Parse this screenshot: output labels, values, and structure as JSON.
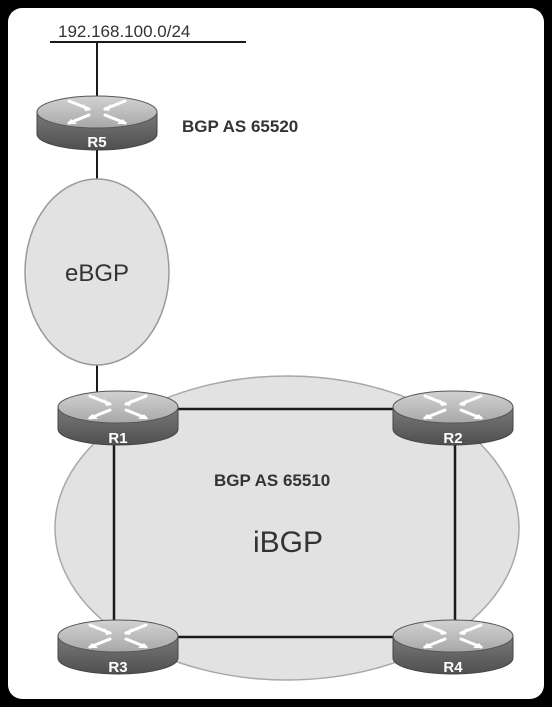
{
  "network": {
    "label": "192.168.100.0/24"
  },
  "as_top": {
    "label": "BGP AS  65520"
  },
  "as_bottom": {
    "label": "BGP AS  65510"
  },
  "ebgp": {
    "label": "eBGP"
  },
  "ibgp": {
    "label": "iBGP"
  },
  "routers": {
    "r1": "R1",
    "r2": "R2",
    "r3": "R3",
    "r4": "R4",
    "r5": "R5"
  },
  "colors": {
    "router_top": "#bcbcbc",
    "router_side": "#6a6a6a",
    "ellipse_fill": "#e2e2e2",
    "line": "#1a1a1a"
  }
}
